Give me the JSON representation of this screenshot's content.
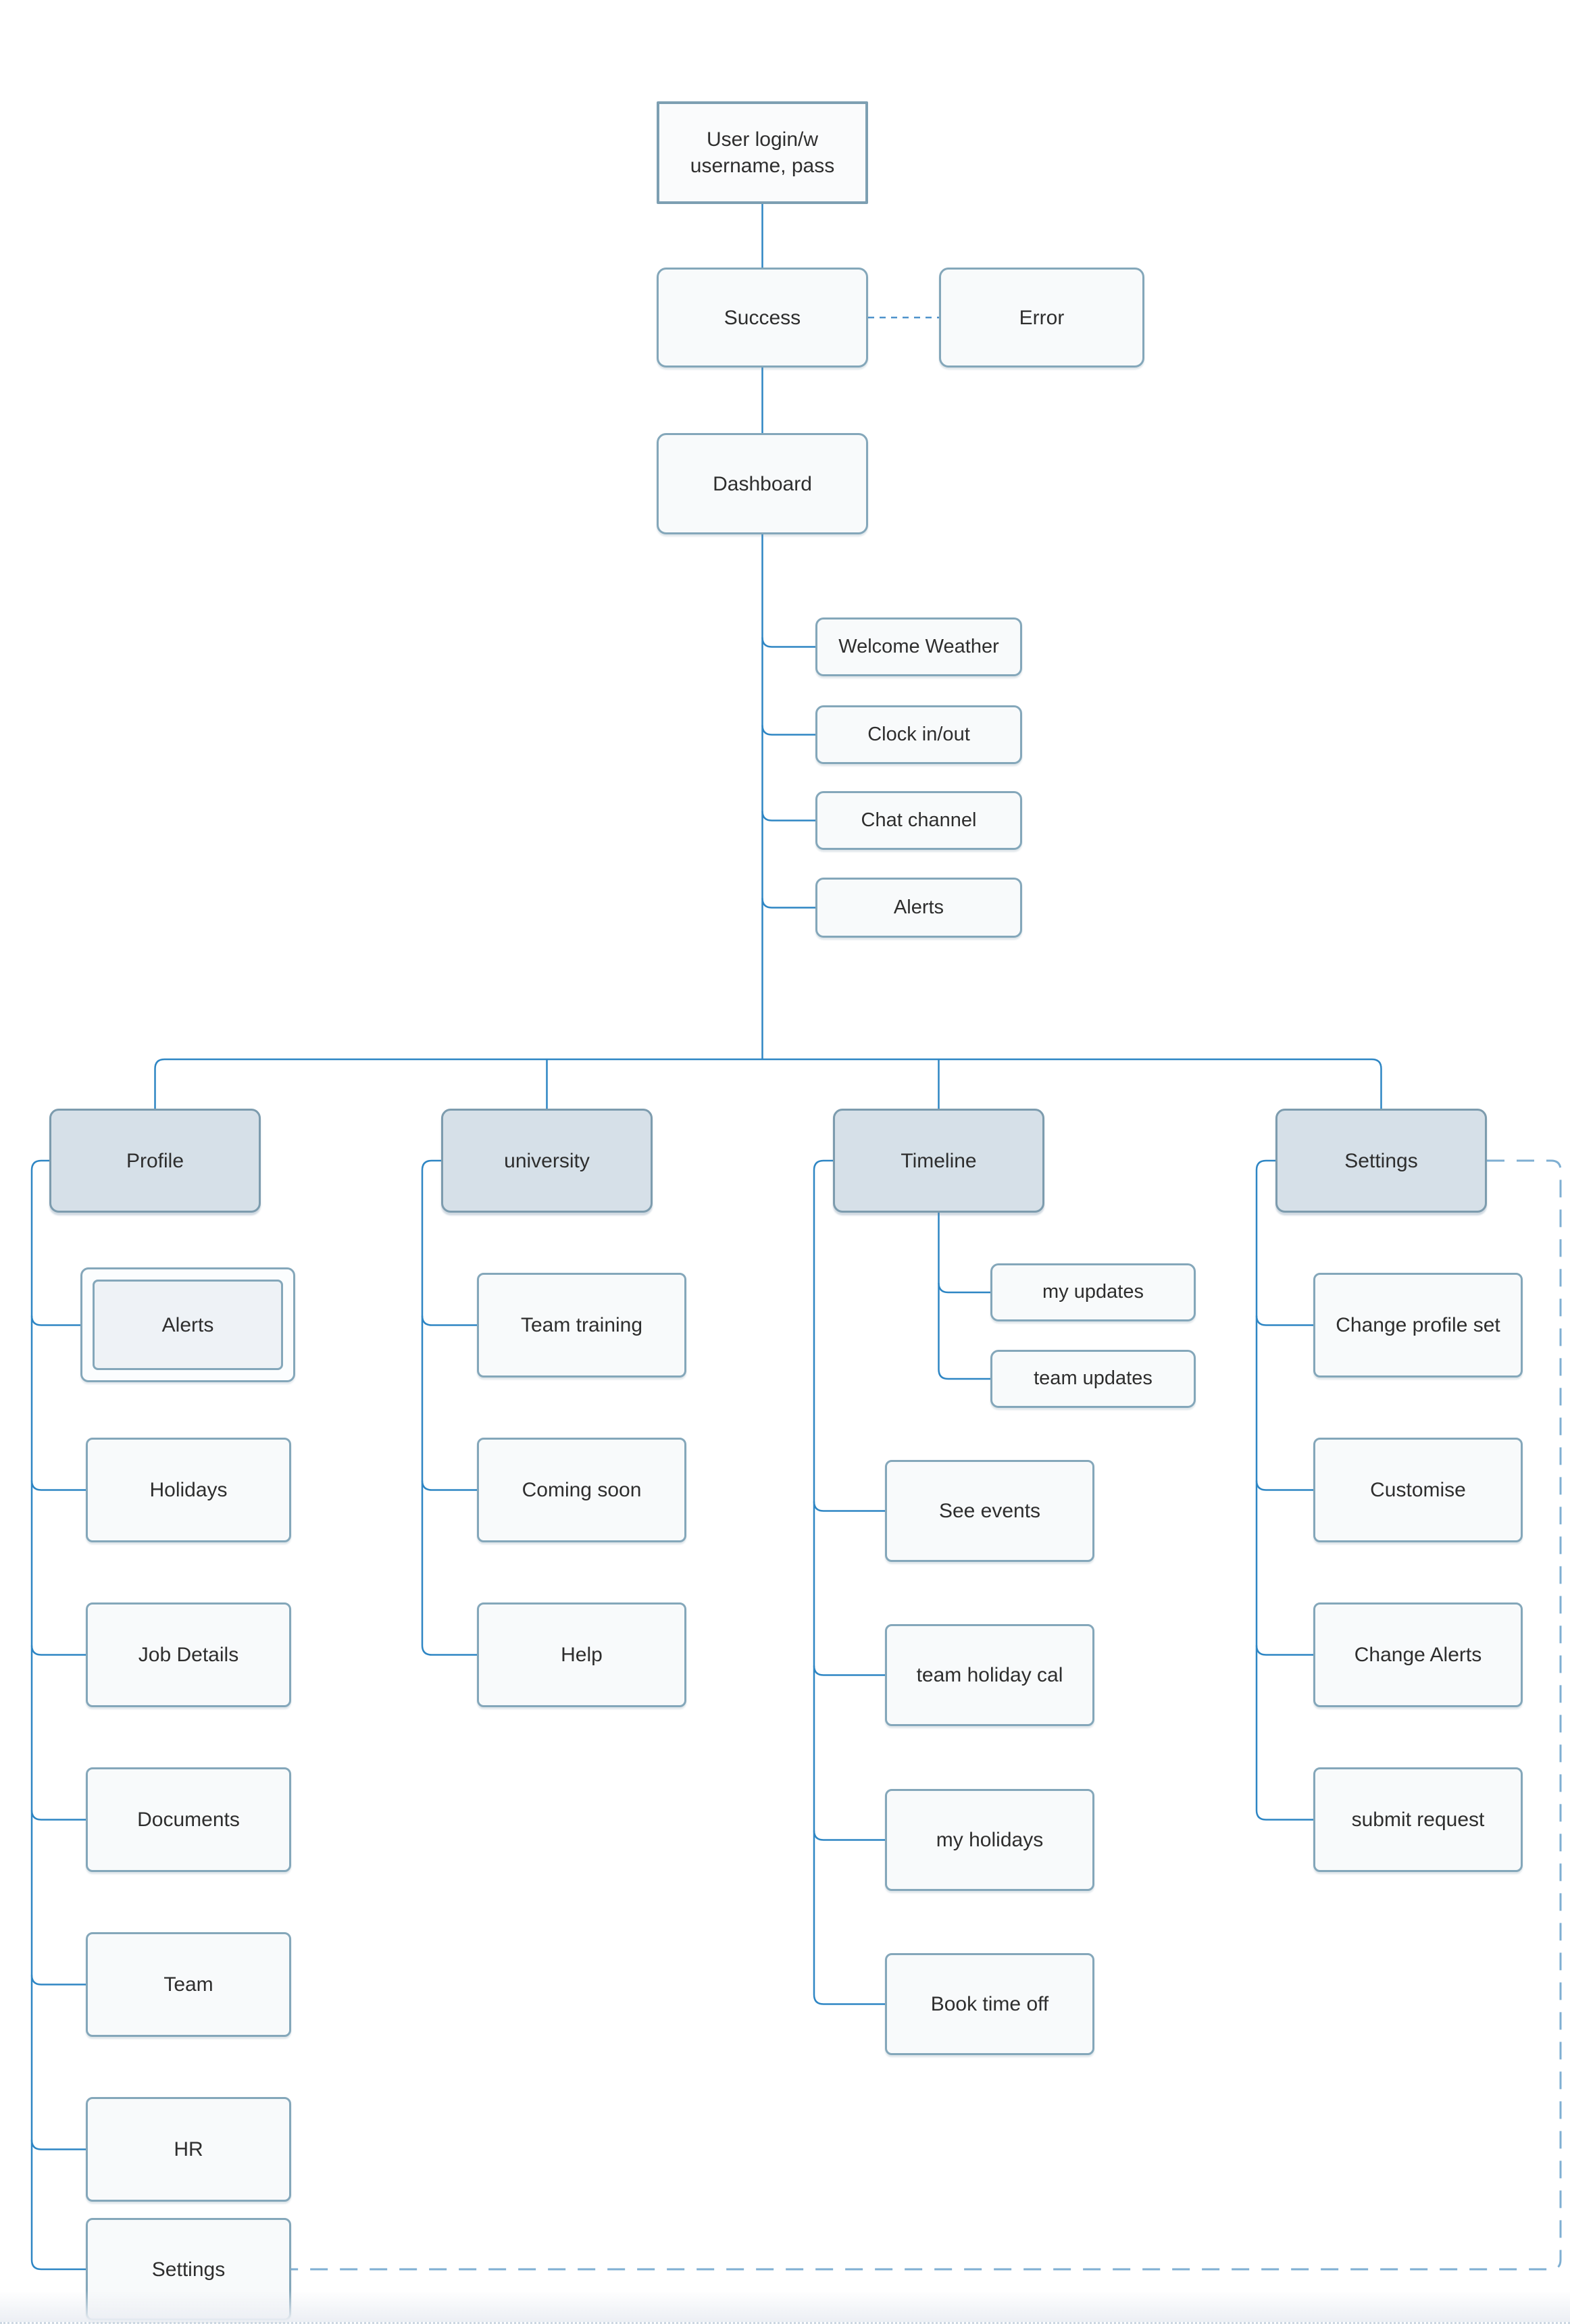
{
  "nodes": {
    "login": "User login/w username, pass",
    "success": "Success",
    "error": "Error",
    "dashboard": "Dashboard",
    "dashboard_children": [
      "Welcome Weather",
      "Clock in/out",
      "Chat channel",
      "Alerts"
    ],
    "profile": {
      "label": "Profile",
      "children": [
        "Alerts",
        "Holidays",
        "Job Details",
        "Documents",
        "Team",
        "HR",
        "Settings"
      ]
    },
    "university": {
      "label": "university",
      "children": [
        "Team training",
        "Coming soon",
        "Help"
      ]
    },
    "timeline": {
      "label": "Timeline",
      "updates": [
        "my updates",
        "team updates"
      ],
      "children": [
        "See events",
        "team holiday cal",
        "my holidays",
        "Book time off"
      ]
    },
    "settings": {
      "label": "Settings",
      "children": [
        "Change profile set",
        "Customise",
        "Change Alerts",
        "submit request"
      ]
    }
  },
  "colors": {
    "connector": "#2e86c4",
    "error_dashed_connector": "#4f93cc",
    "loop_dashed_connector": "#7fafd2",
    "header_fill": "#d6e0e8",
    "header_border": "#7d9cae",
    "node_fill": "#f8fafb",
    "node_border": "#84a7ba",
    "text": "#2e2e2e"
  }
}
